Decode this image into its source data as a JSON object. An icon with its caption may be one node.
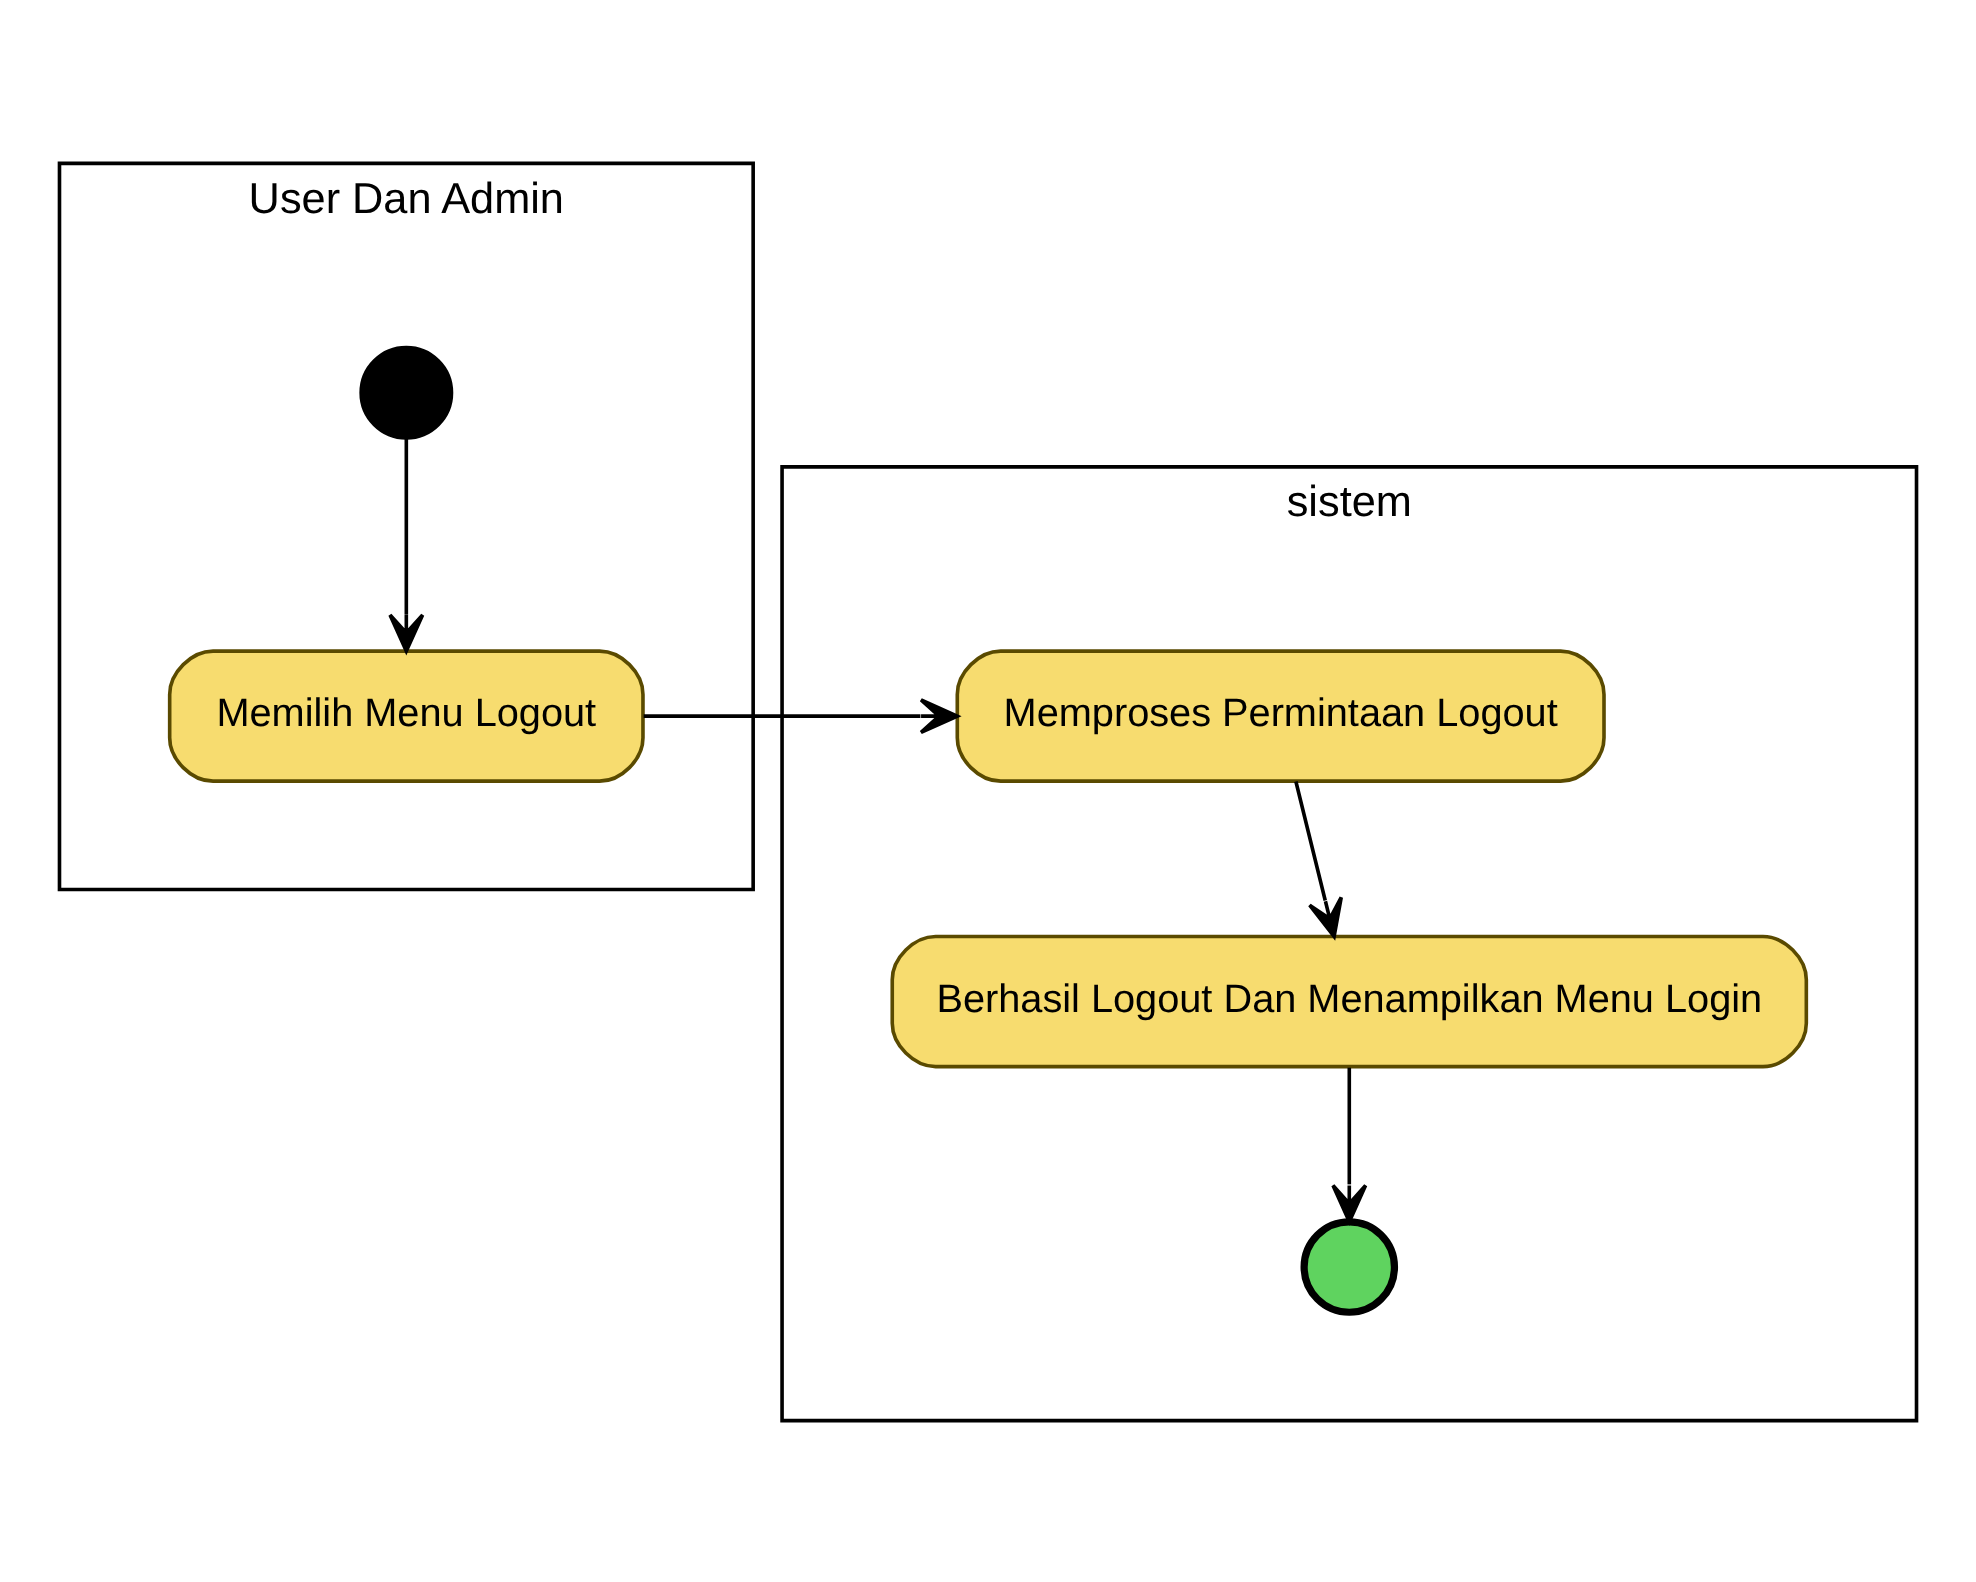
{
  "diagram": {
    "nodes": [
      {
        "text": [
          "User Dan Admin"
        ]
      },
      {
        "text": [
          "sistem"
        ]
      },
      {
        "text": [],
        "shape": "circle",
        "in": 0
      },
      {
        "text": [
          "Memilih Menu Logout"
        ],
        "in": 0
      },
      {
        "text": [
          "Memproses Permintaan Logout"
        ],
        "in": 1
      },
      {
        "text": [
          "Berhasil Logout Dan Menampilkan Menu Login"
        ],
        "in": 1
      },
      {
        "text": [],
        "shape": "circle",
        "in": 1
      }
    ],
    "edges": [
      {
        "from": 2,
        "to": 3,
        "arrow": "to"
      },
      {
        "from": 3,
        "to": 4,
        "arrow": "to"
      },
      {
        "from": 4,
        "to": 5,
        "arrow": "to"
      },
      {
        "from": 5,
        "to": 6,
        "arrow": "to"
      }
    ]
  }
}
